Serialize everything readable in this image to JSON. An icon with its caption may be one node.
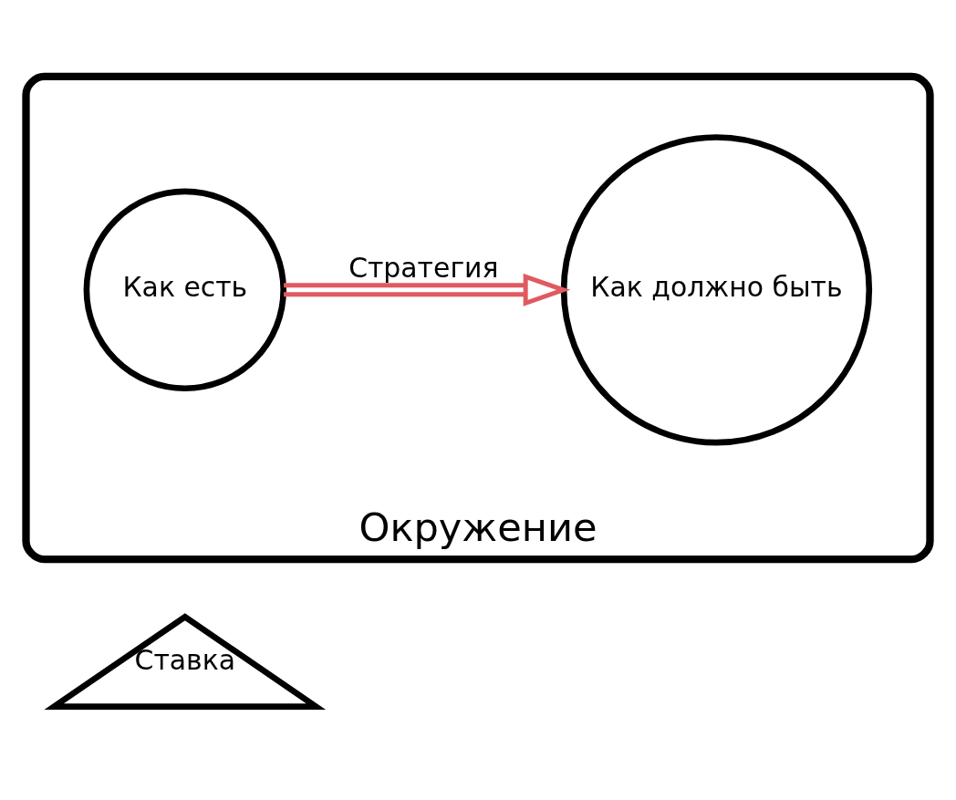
{
  "diagram": {
    "nodes": [
      {
        "text": [
          "Окружение"
        ]
      },
      {
        "text": [
          "Как есть"
        ],
        "in": 0
      },
      {
        "text": [
          "Как должно быть"
        ],
        "in": 0
      },
      {
        "text": [
          "Ставка"
        ]
      }
    ],
    "edges": [
      {
        "from": 1,
        "to": 2,
        "arrow": "to",
        "label": "Стратегия",
        "color": "#e05a5f"
      }
    ]
  }
}
